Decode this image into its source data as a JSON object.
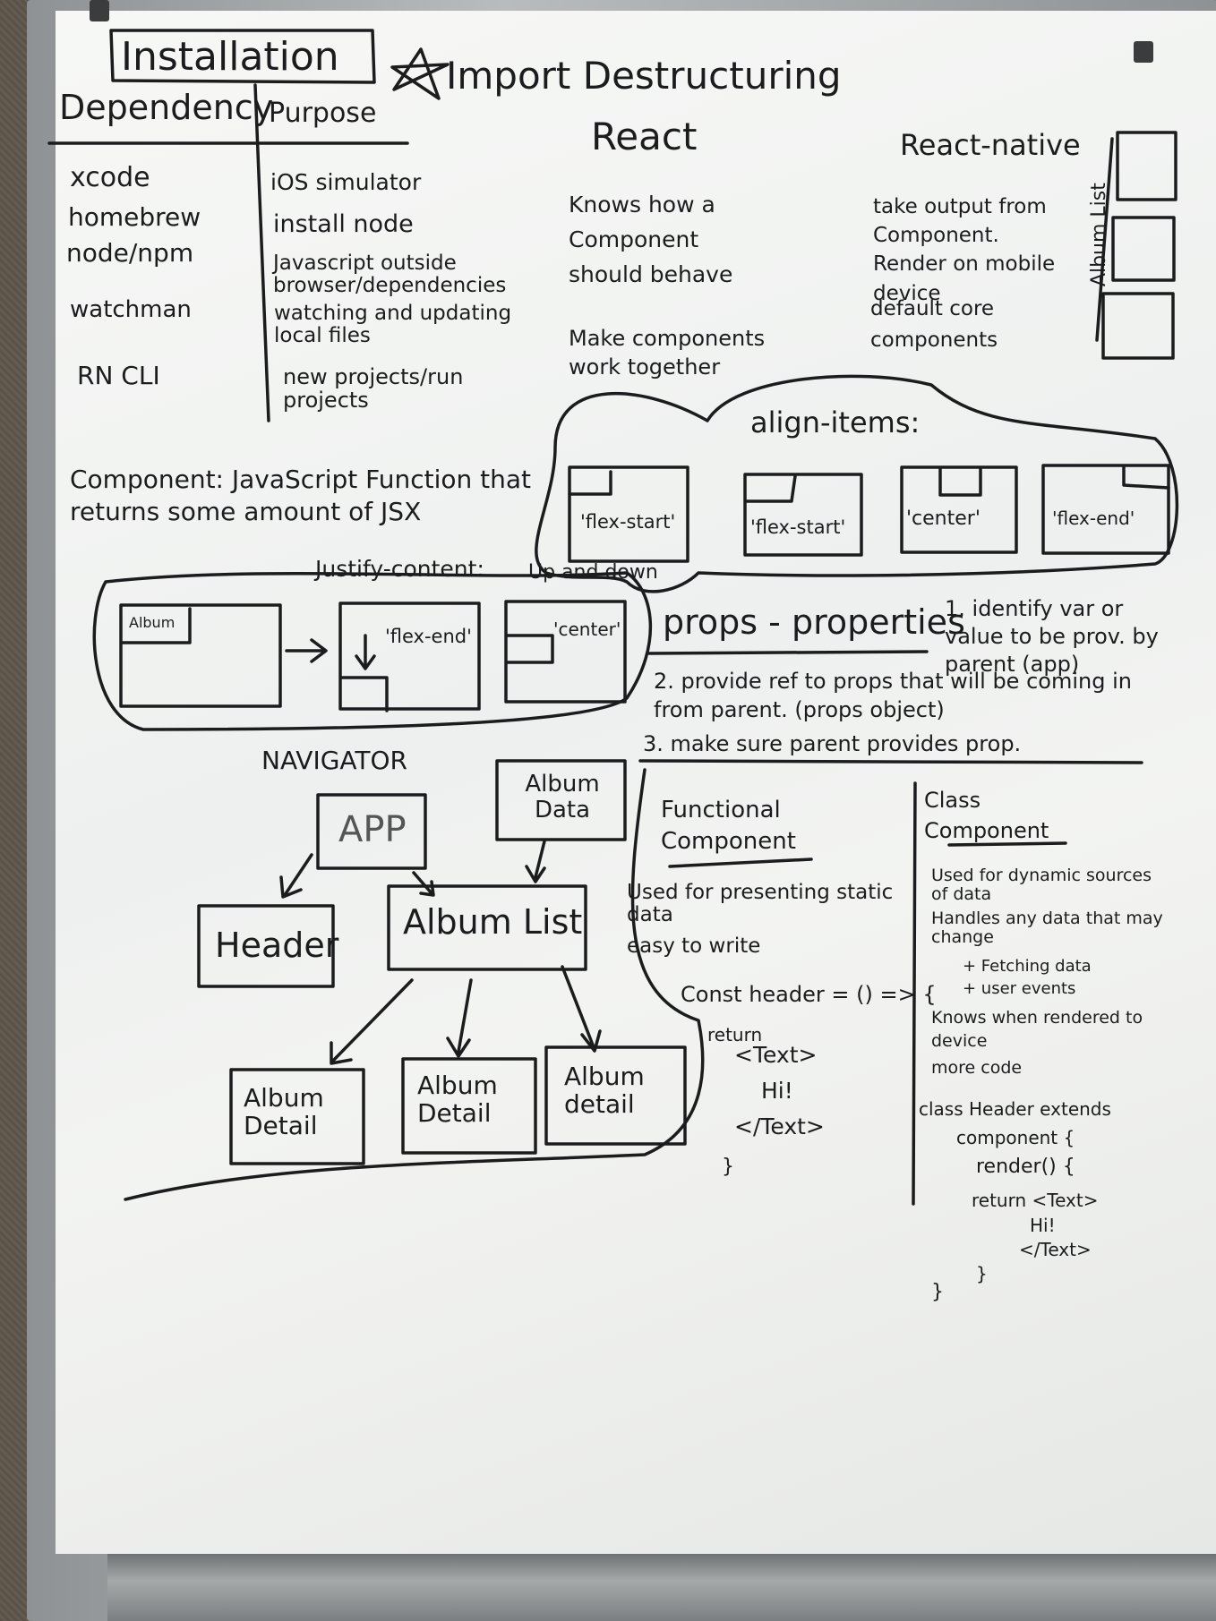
{
  "installation": {
    "title": "Installation",
    "header_dependency": "Dependency",
    "header_purpose": "Purpose",
    "rows": [
      {
        "dependency": "xcode",
        "purpose": "iOS simulator"
      },
      {
        "dependency": "homebrew",
        "purpose": "install node"
      },
      {
        "dependency": "node/npm",
        "purpose": "Javascript outside browser/dependencies"
      },
      {
        "dependency": "watchman",
        "purpose": "watching and updating local files"
      },
      {
        "dependency": "RN CLI",
        "purpose": "new projects/run projects"
      }
    ]
  },
  "import_note": "Import Destructuring",
  "react": {
    "title": "React",
    "bullets": [
      "Knows how a Component should behave",
      "Make components work together"
    ]
  },
  "react_native": {
    "title": "React-native",
    "bullets": [
      "take output from Component. Render on mobile device",
      "default core components"
    ],
    "sidebar_label": "Album List"
  },
  "component_def": "Component: JavaScript Function that returns some amount of JSX",
  "align_items": {
    "title": "align-items:",
    "boxes": [
      "'flex-start'",
      "'flex-start'",
      "'center'",
      "'flex-end'"
    ]
  },
  "justify_content": {
    "title": "Justify-content:",
    "note": "Up and down",
    "first_box_label": "Album",
    "boxes": [
      "'flex-end'",
      "'center'"
    ]
  },
  "props": {
    "title": "props - properties",
    "steps": [
      "1. identify var or value to be prov. by parent (app)",
      "2. provide ref to props that will be coming in from parent. (props object)",
      "3. make sure parent provides prop."
    ]
  },
  "navigator": {
    "title": "NAVIGATOR",
    "app": "APP",
    "album_data": "Album Data",
    "header": "Header",
    "album_list": "Album List",
    "details": [
      "Album Detail",
      "Album Detail",
      "Album detail"
    ]
  },
  "functional": {
    "title": "Functional Component",
    "bullets": [
      "Used for presenting static data",
      "easy to write"
    ],
    "code": [
      "Const header = () => {",
      "return",
      "<Text>",
      "Hi!",
      "</Text>",
      "}"
    ]
  },
  "class_component": {
    "title": "Class Component",
    "bullets": [
      "Used for dynamic sources of data",
      "Handles any data that may change",
      "+ Fetching data",
      "+ user events",
      "Knows when rendered to device",
      "more code"
    ],
    "code": [
      "class Header extends",
      "component {",
      "render() {",
      "return <Text>",
      "Hi!",
      "</Text>",
      "}",
      "}"
    ]
  }
}
